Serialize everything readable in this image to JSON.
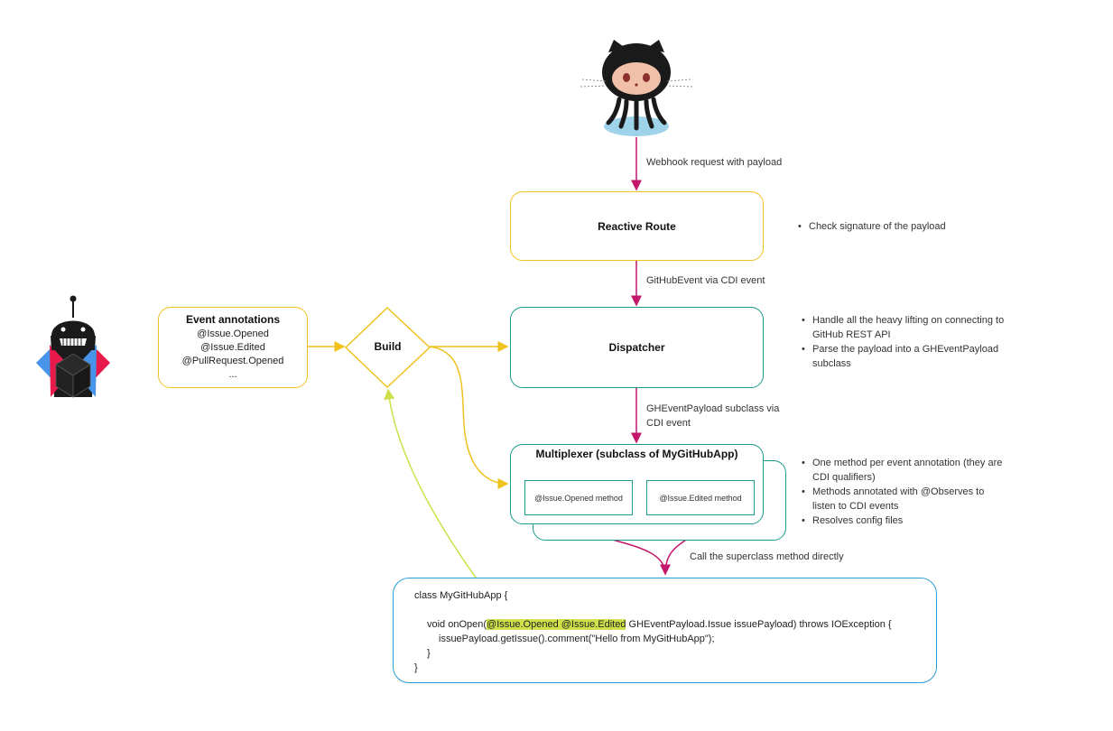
{
  "nodes": {
    "reactive_route": "Reactive Route",
    "dispatcher": "Dispatcher",
    "build": "Build",
    "event_annotations": {
      "title": "Event annotations",
      "items": [
        "@Issue.Opened",
        "@Issue.Edited",
        "@PullRequest.Opened",
        "..."
      ]
    },
    "multiplexer": {
      "title": "Multiplexer (subclass of MyGitHubApp)",
      "method_opened": "@Issue.Opened method",
      "method_edited": "@Issue.Edited method"
    }
  },
  "edge_labels": {
    "webhook": "Webhook request with payload",
    "github_event": "GitHubEvent via CDI event",
    "payload_line1": "GHEventPayload subclass via",
    "payload_line2": "CDI event",
    "superclass": "Call the superclass method directly"
  },
  "notes": {
    "route": [
      "Check signature of the payload"
    ],
    "dispatcher": [
      [
        "Handle all the heavy lifting on connecting to",
        "GitHub REST API"
      ],
      [
        "Parse the payload into a GHEventPayload",
        "subclass"
      ]
    ],
    "multiplexer": [
      [
        "One method per event annotation (they are",
        "CDI qualifiers)"
      ],
      [
        "Methods annotated with @Observes to",
        "listen to CDI events"
      ],
      [
        "Resolves config files"
      ]
    ]
  },
  "code": {
    "line1": "class MyGitHubApp {",
    "line2_prefix": "void onOpen(",
    "line2_highlight": "@Issue.Opened @Issue.Edited",
    "line2_suffix": " GHEventPayload.Issue issuePayload) throws IOException {",
    "line3": "issuePayload.getIssue().comment(\"Hello from MyGitHubApp\");",
    "line4": "}",
    "line5": "}"
  },
  "colors": {
    "yellow": "#f0c21e",
    "teal": "#1a9c8a",
    "blue": "#2b9ed8",
    "magenta": "#c4166b",
    "lime": "#cfe04a",
    "octocat": "#1a1a1a",
    "quarkus_red": "#e8194b",
    "quarkus_blue": "#4695eb"
  },
  "icons": [
    "octocat-mascot",
    "quarkus-robot-logo"
  ]
}
